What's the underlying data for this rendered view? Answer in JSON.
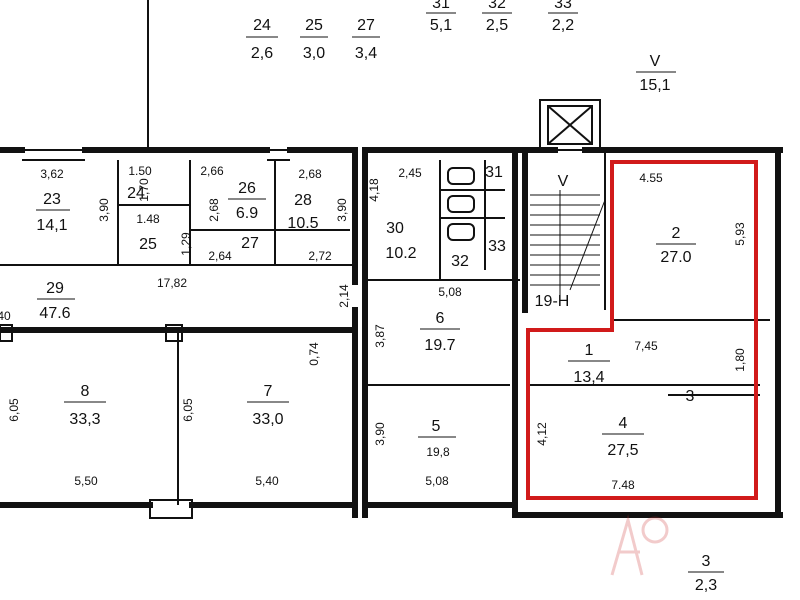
{
  "rooms": [
    {
      "id": "r24top",
      "num": "24",
      "area": "2,6"
    },
    {
      "id": "r25top",
      "num": "25",
      "area": "3,0"
    },
    {
      "id": "r27top",
      "num": "27",
      "area": "3,4"
    },
    {
      "id": "r31top",
      "num": "31",
      "area": "5,1"
    },
    {
      "id": "r32top",
      "num": "32",
      "area": "2,5"
    },
    {
      "id": "r33top",
      "num": "33",
      "area": "2,2"
    },
    {
      "id": "rVtop",
      "num": "V",
      "area": "15,1"
    },
    {
      "id": "r23",
      "num": "23",
      "area": "14,1"
    },
    {
      "id": "r24",
      "num": "24",
      "area": ""
    },
    {
      "id": "r25",
      "num": "25",
      "area": ""
    },
    {
      "id": "r26",
      "num": "26",
      "area": "6.9"
    },
    {
      "id": "r27",
      "num": "27",
      "area": ""
    },
    {
      "id": "r28",
      "num": "28",
      "area": "10.5"
    },
    {
      "id": "r29",
      "num": "29",
      "area": "47.6"
    },
    {
      "id": "r30",
      "num": "30",
      "area": "10.2"
    },
    {
      "id": "r31",
      "num": "31",
      "area": ""
    },
    {
      "id": "r32",
      "num": "32",
      "area": ""
    },
    {
      "id": "r33",
      "num": "33",
      "area": ""
    },
    {
      "id": "rV",
      "num": "V",
      "area": ""
    },
    {
      "id": "r2",
      "num": "2",
      "area": "27.0"
    },
    {
      "id": "r6",
      "num": "6",
      "area": "19.7"
    },
    {
      "id": "r19H",
      "num": "19-H",
      "area": ""
    },
    {
      "id": "r1",
      "num": "1",
      "area": "13,4"
    },
    {
      "id": "r3",
      "num": "3",
      "area": ""
    },
    {
      "id": "r4",
      "num": "4",
      "area": "27,5"
    },
    {
      "id": "r8",
      "num": "8",
      "area": "33,3"
    },
    {
      "id": "r7",
      "num": "7",
      "area": "33,0"
    },
    {
      "id": "r5",
      "num": "5",
      "area": "19,8"
    },
    {
      "id": "r3bottom",
      "num": "3",
      "area": "2,3"
    }
  ],
  "dimensions": [
    {
      "id": "d3_62",
      "text": "3,62"
    },
    {
      "id": "d1_50",
      "text": "1.50"
    },
    {
      "id": "d2_66",
      "text": "2,66"
    },
    {
      "id": "d2_68a",
      "text": "2,68"
    },
    {
      "id": "d1_70",
      "text": "1,70"
    },
    {
      "id": "d3_90a",
      "text": "3,90"
    },
    {
      "id": "d1_48",
      "text": "1.48"
    },
    {
      "id": "d2_68b",
      "text": "2,68"
    },
    {
      "id": "d3_90b",
      "text": "3,90"
    },
    {
      "id": "d1_29",
      "text": "1,29"
    },
    {
      "id": "d2_64",
      "text": "2,64"
    },
    {
      "id": "d2_72",
      "text": "2,72"
    },
    {
      "id": "d17_82",
      "text": "17,82"
    },
    {
      "id": "d4_18",
      "text": "4,18"
    },
    {
      "id": "d2_45",
      "text": "2,45"
    },
    {
      "id": "d4_55",
      "text": "4.55"
    },
    {
      "id": "d5_93",
      "text": "5,93"
    },
    {
      "id": "d2_14",
      "text": "2,14"
    },
    {
      "id": "d5_08a",
      "text": "5,08"
    },
    {
      "id": "d3_87",
      "text": "3,87"
    },
    {
      "id": "d0_74",
      "text": "0,74"
    },
    {
      "id": "d7_45",
      "text": "7,45"
    },
    {
      "id": "d1_80",
      "text": "1,80"
    },
    {
      "id": "d6_05a",
      "text": "6,05"
    },
    {
      "id": "d6_05b",
      "text": "6,05"
    },
    {
      "id": "d3_90c",
      "text": "3,90"
    },
    {
      "id": "d4_12",
      "text": "4,12"
    },
    {
      "id": "d5_50",
      "text": "5,50"
    },
    {
      "id": "d5_40",
      "text": "5,40"
    },
    {
      "id": "d5_08b",
      "text": "5,08"
    },
    {
      "id": "d7_48",
      "text": "7.48"
    },
    {
      "id": "d40",
      "text": "40"
    }
  ],
  "highlight_color": "#d11a1a",
  "watermark_icon": "a-logo-icon"
}
